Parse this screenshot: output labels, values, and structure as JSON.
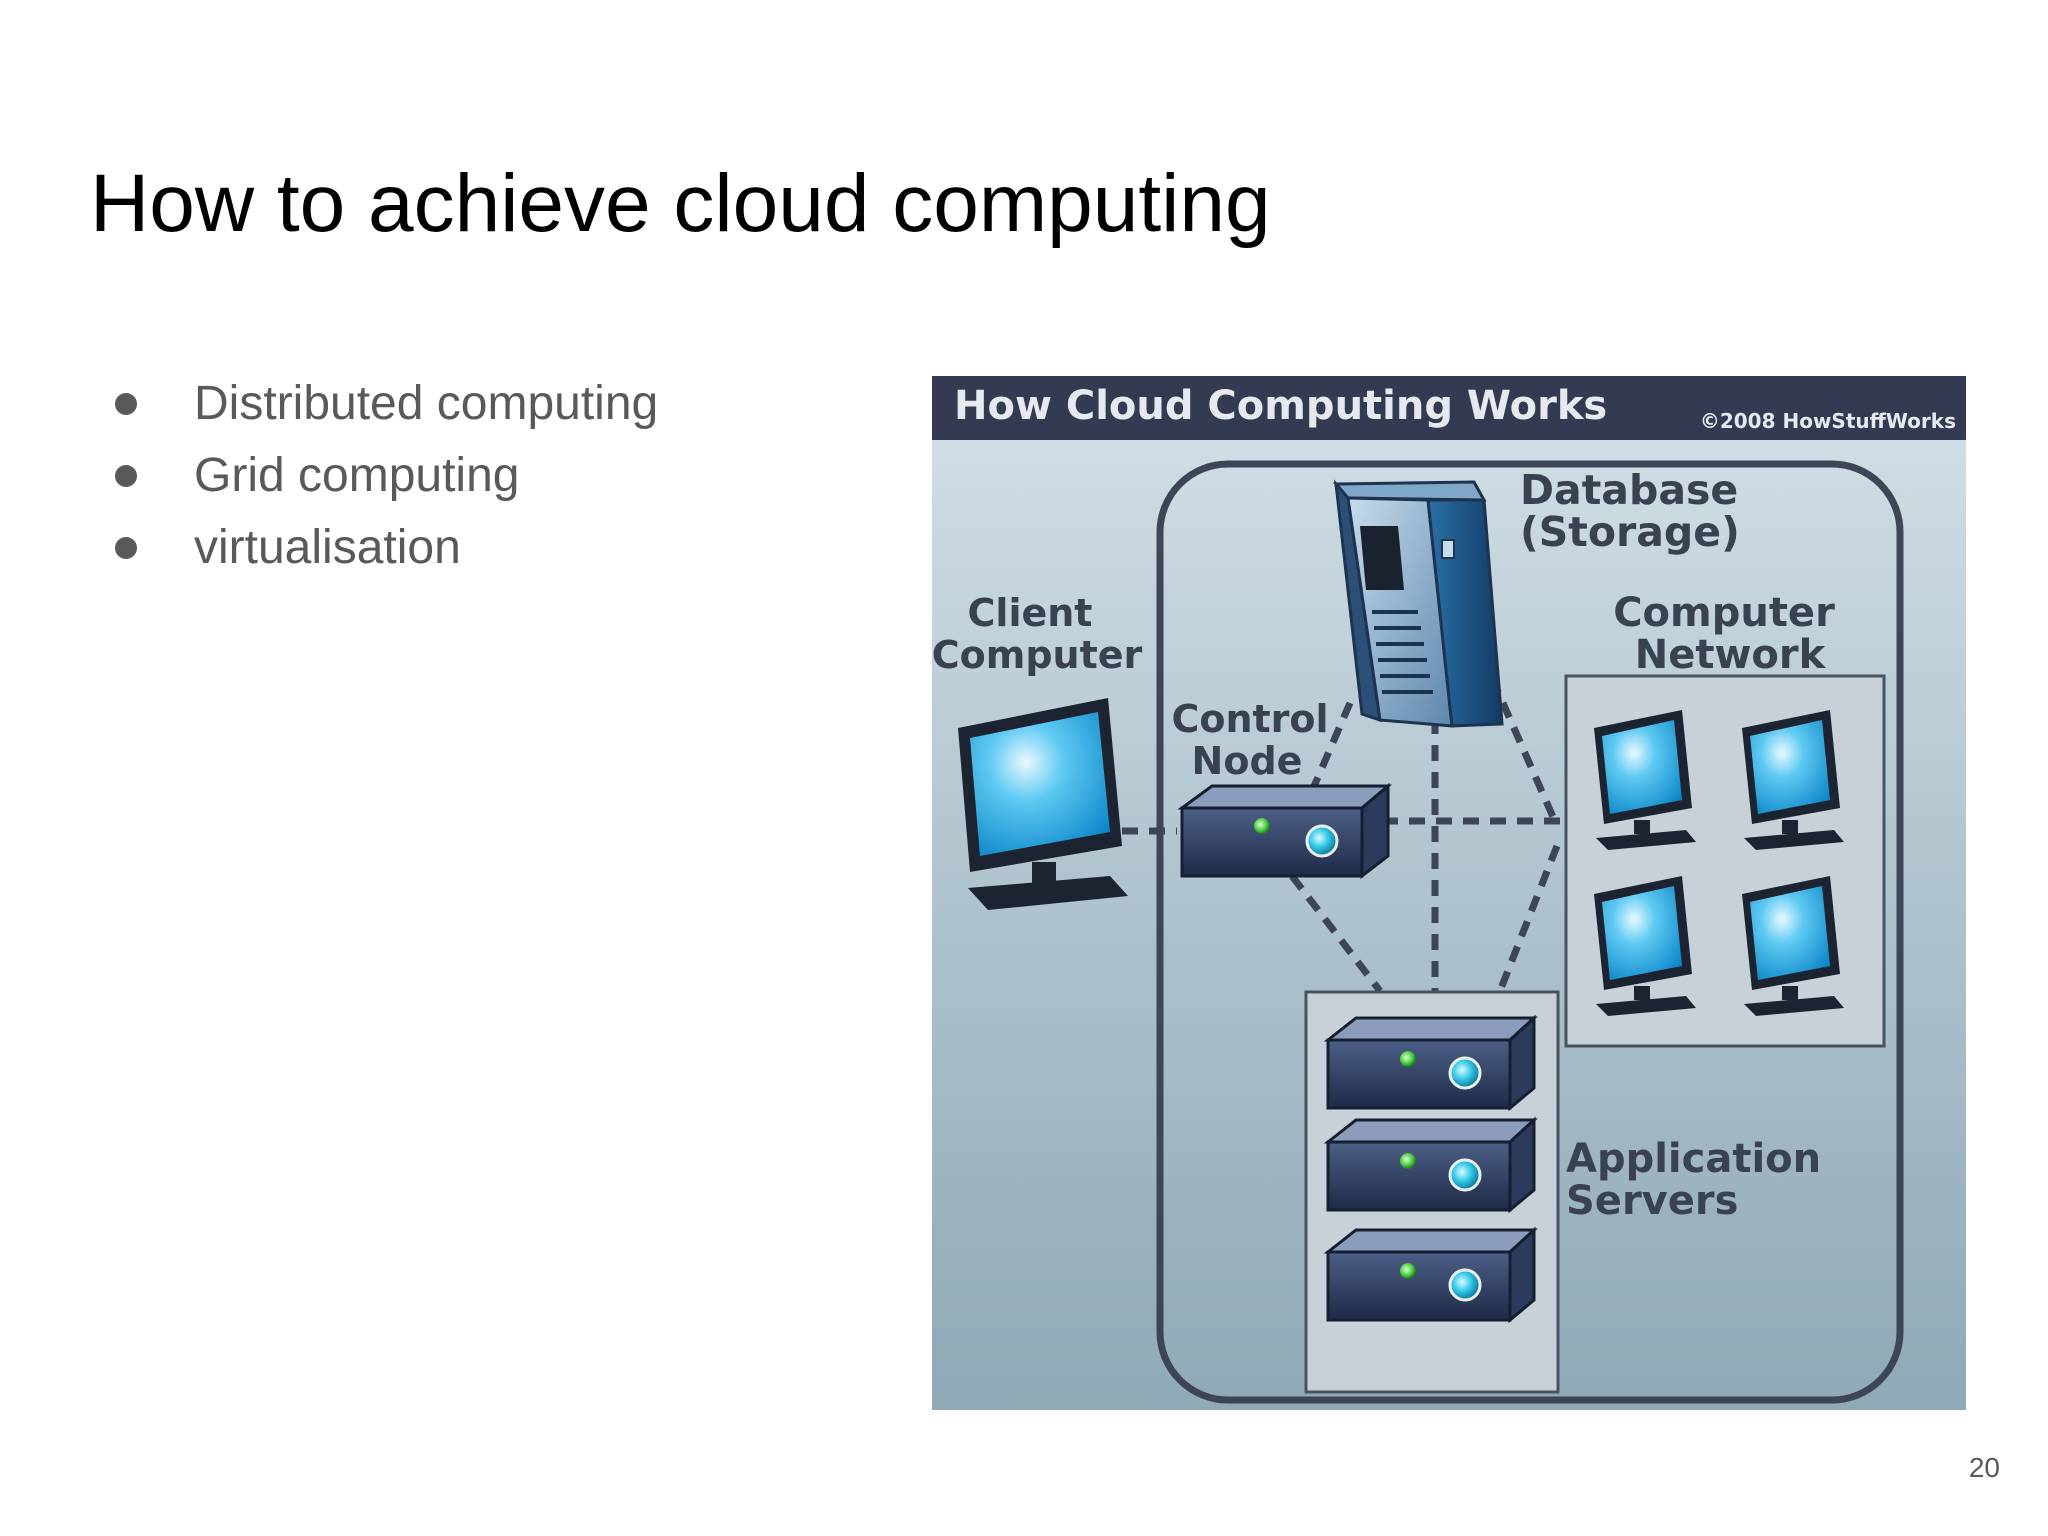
{
  "slide": {
    "title": "How to achieve cloud computing",
    "bullets": [
      "Distributed computing",
      "Grid computing",
      "virtualisation"
    ],
    "page_number": "20"
  },
  "diagram": {
    "header_title": "How Cloud Computing Works",
    "copyright": "©2008 HowStuffWorks",
    "labels": {
      "database_line1": "Database",
      "database_line2": "(Storage)",
      "network_line1": "Computer",
      "network_line2": "Network",
      "client_line1": "Client",
      "client_line2": "Computer",
      "control_line1": "Control",
      "control_line2": "Node",
      "appservers_line1": "Application",
      "appservers_line2": "Servers"
    },
    "colors": {
      "background_top": "#d4e0e7",
      "background_bottom": "#8fa9b6",
      "header_bar": "#333a52",
      "monitor_screen": "#1aa3dc",
      "server_body": "#2c3a5c",
      "led_green": "#53d14a",
      "led_cyan": "#38c9e8"
    }
  }
}
